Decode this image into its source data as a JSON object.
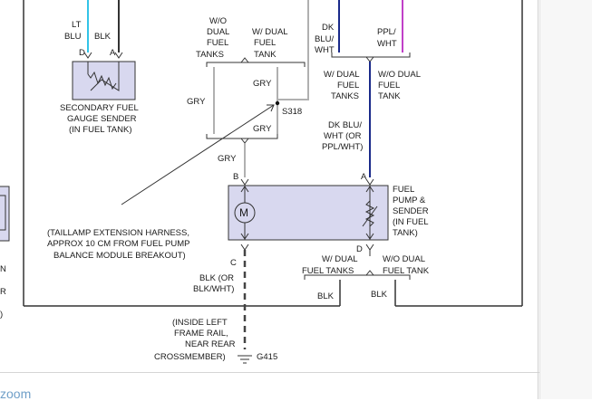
{
  "diagram": {
    "labels": {
      "lt_blu_1": "LT",
      "lt_blu_2": "BLU",
      "blk_top": "BLK",
      "pin_d_left": "D",
      "pin_a_left": "A",
      "wo_dual_1": "W/O",
      "wo_dual_2": "DUAL",
      "wo_dual_3": "FUEL",
      "wo_dual_4": "TANKS",
      "w_dual_1": "W/ DUAL",
      "w_dual_2": "FUEL",
      "w_dual_3": "TANK",
      "dk_blu_wht_1": "DK",
      "dk_blu_wht_2": "BLU/",
      "dk_blu_wht_3": "WHT",
      "ppl_wht_1": "PPL/",
      "ppl_wht_2": "WHT",
      "w_dual_tanks_1": "W/ DUAL",
      "w_dual_tanks_2": "FUEL",
      "w_dual_tanks_3": "TANKS",
      "wo_dual_tank_1": "W/O DUAL",
      "wo_dual_tank_2": "FUEL",
      "wo_dual_tank_3": "TANK",
      "gry_left": "GRY",
      "gry_upper": "GRY",
      "gry_lower": "GRY",
      "gry_middle": "GRY",
      "s318": "S318",
      "sender_1": "SECONDARY FUEL",
      "sender_2": "GAUGE SENDER",
      "sender_3": "(IN FUEL TANK)",
      "dk_blu_or_1": "DK BLU/",
      "dk_blu_or_2": "WHT (OR",
      "dk_blu_or_3": "PPL/WHT)",
      "pin_b": "B",
      "pin_a_right": "A",
      "pump_1": "FUEL",
      "pump_2": "PUMP &",
      "pump_3": "SENDER",
      "pump_4": "(IN FUEL",
      "pump_5": "TANK)",
      "motor": "M",
      "harness_1": "(TAILLAMP EXTENSION HARNESS,",
      "harness_2": "APPROX 10 CM FROM FUEL PUMP",
      "harness_3": "BALANCE MODULE BREAKOUT)",
      "pin_c": "C",
      "pin_d_right": "D",
      "w_dual_bottom_1": "W/ DUAL",
      "w_dual_bottom_2": "FUEL TANKS",
      "wo_dual_bottom_1": "W/O DUAL",
      "wo_dual_bottom_2": "FUEL TANK",
      "blk_or_1": "BLK (OR",
      "blk_or_2": "BLK/WHT)",
      "blk_bottom_left": "BLK",
      "blk_bottom_right": "BLK",
      "ground_1": "(INSIDE LEFT",
      "ground_2": "FRAME RAIL,",
      "ground_3": "NEAR REAR",
      "ground_4": "CROSSMEMBER)",
      "g415": "G415",
      "edge_n": "N",
      "edge_r": "R",
      "edge_paren": ")"
    },
    "colors": {
      "lt_blu_wire": "#33c4e8",
      "ppl_wht_wire": "#c040c8",
      "dk_blu_wire": "#1a2a8a",
      "gry_wire": "#b0b0b0",
      "component_fill": "#d8d8ef",
      "line": "#333333"
    }
  },
  "footer": {
    "link_text": "zoom"
  }
}
